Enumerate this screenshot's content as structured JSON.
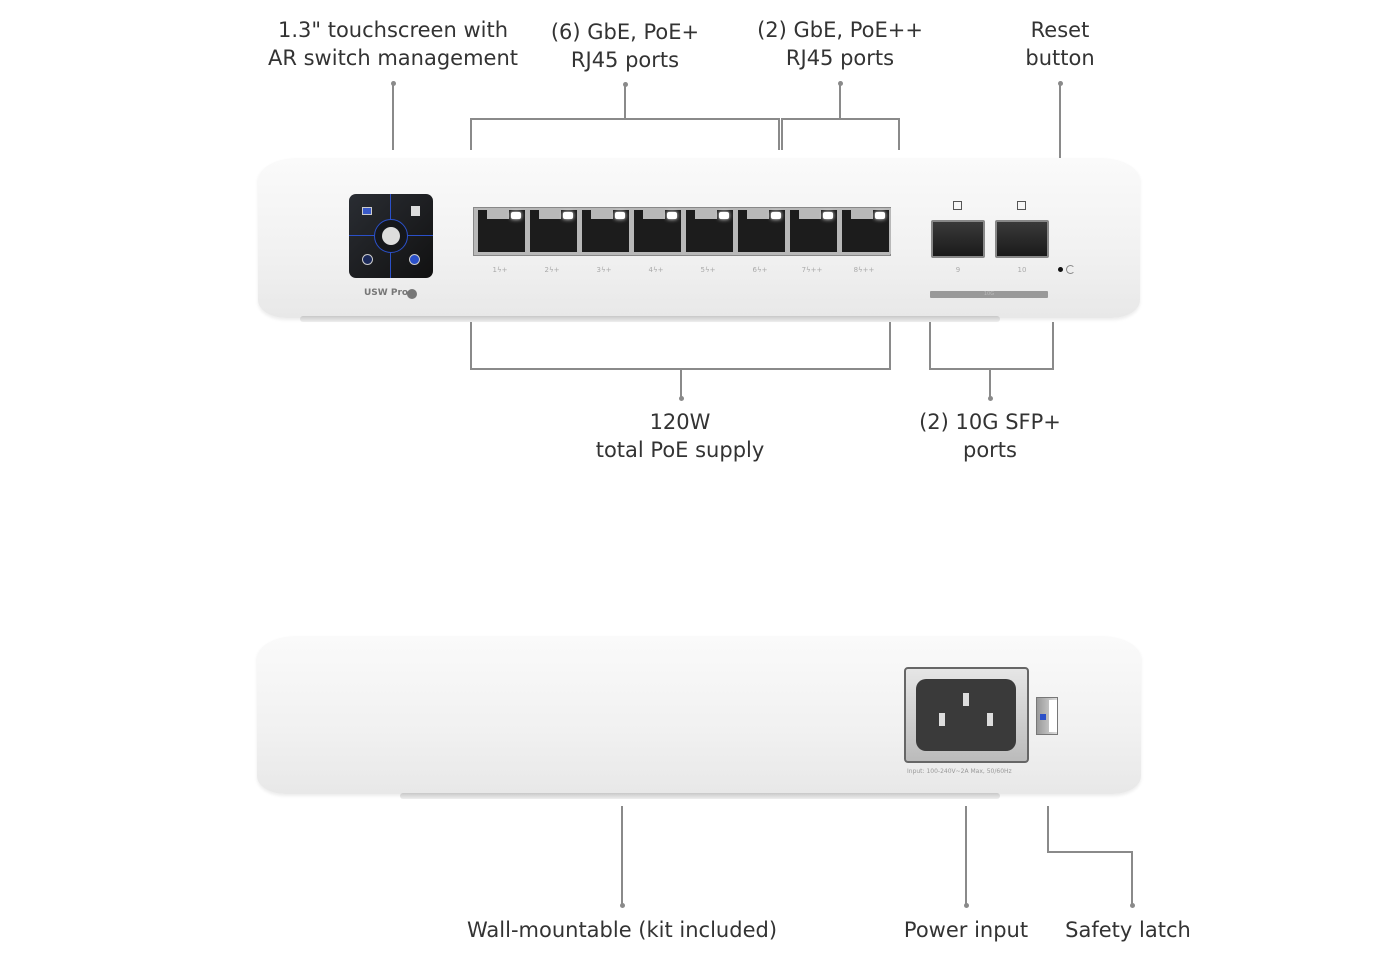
{
  "callouts": {
    "touchscreen": [
      "1.3\" touchscreen with",
      "AR switch management"
    ],
    "poe_plus_ports": [
      "(6) GbE, PoE+",
      "RJ45 ports"
    ],
    "poe_plusplus_ports": [
      "(2) GbE, PoE++",
      "RJ45 ports"
    ],
    "reset": [
      "Reset",
      "button"
    ],
    "poe_supply": [
      "120W",
      "total PoE supply"
    ],
    "sfp_ports": [
      "(2) 10G SFP+",
      "ports"
    ],
    "wall_mount": "Wall-mountable (kit included)",
    "power_input": "Power input",
    "safety_latch": "Safety latch"
  },
  "device": {
    "model": "USW Pro",
    "port_labels": [
      "1ϟ+",
      "2ϟ+",
      "3ϟ+",
      "4ϟ+",
      "5ϟ+",
      "6ϟ+",
      "7ϟ++",
      "8ϟ++"
    ],
    "sfp_labels": [
      "9",
      "10"
    ],
    "sfp_speed": "10G",
    "power_rating": "Input: 100-240V~2A Max, 50/60Hz"
  }
}
